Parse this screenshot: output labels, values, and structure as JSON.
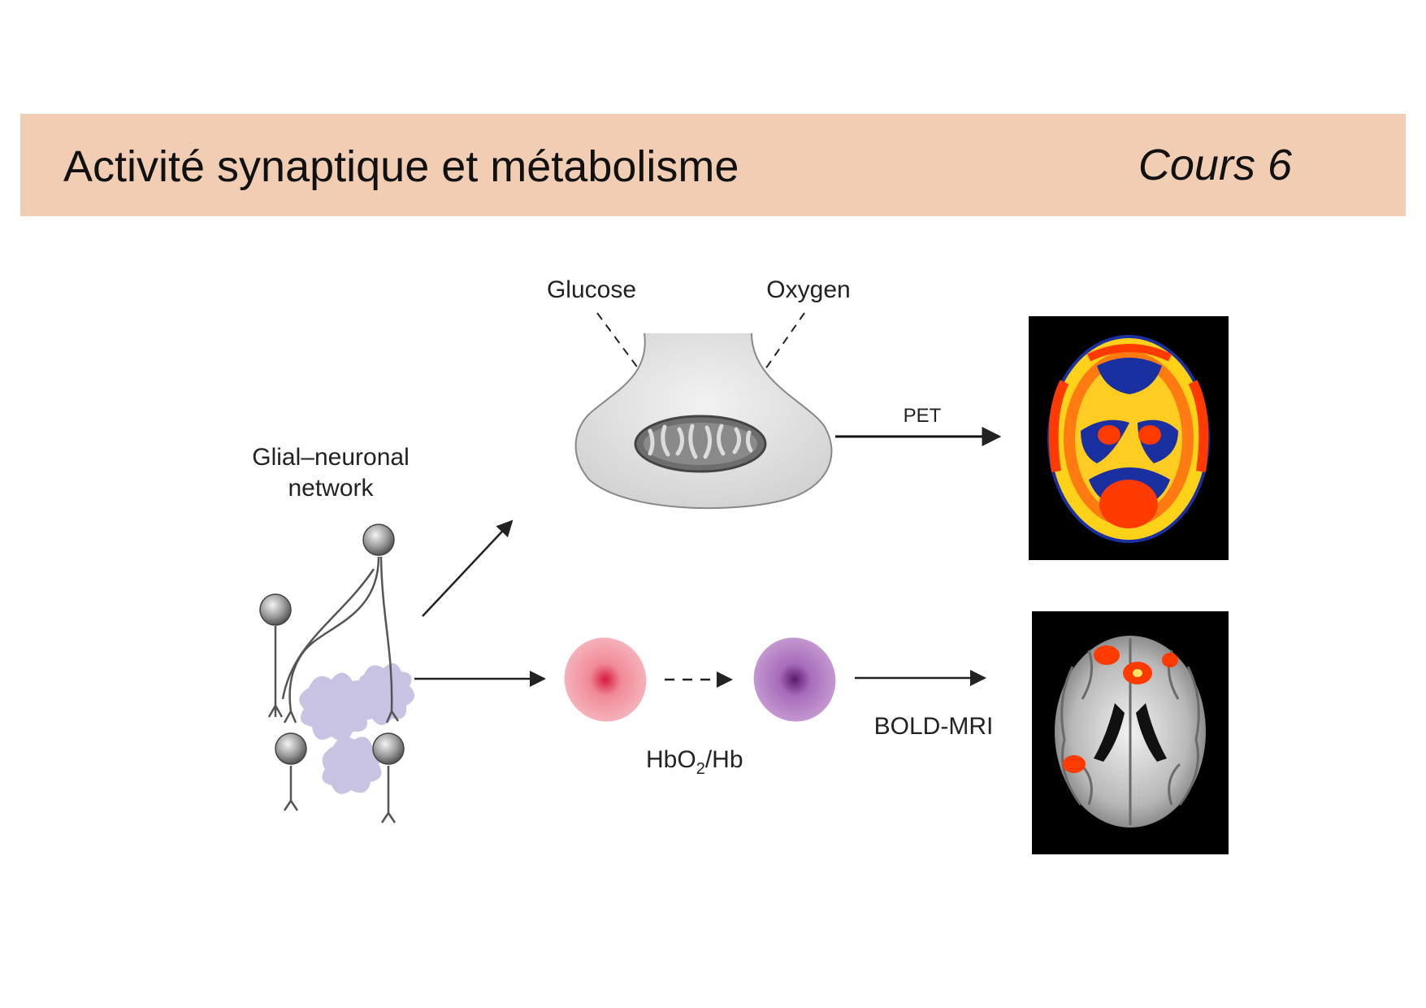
{
  "header": {
    "title": "Activité synaptique et métabolisme",
    "course": "Cours 6",
    "background_color": "#f1cdb4"
  },
  "diagram": {
    "network_label_line1": "Glial–neuronal",
    "network_label_line2": "network",
    "glucose_label": "Glucose",
    "oxygen_label": "Oxygen",
    "pet_label": "PET",
    "hemoglobin_label_main": "HbO",
    "hemoglobin_label_sub": "2",
    "hemoglobin_label_tail": "/Hb",
    "bold_label": "BOLD-MRI",
    "colors": {
      "oxyhemoglobin_cell": "#e8808a",
      "deoxyhemoglobin_cell": "#9b5aa8",
      "astrocyte": "#c9c3e3",
      "pet_hot": "#ff3a00",
      "pet_cool": "#1a2fa0"
    }
  }
}
